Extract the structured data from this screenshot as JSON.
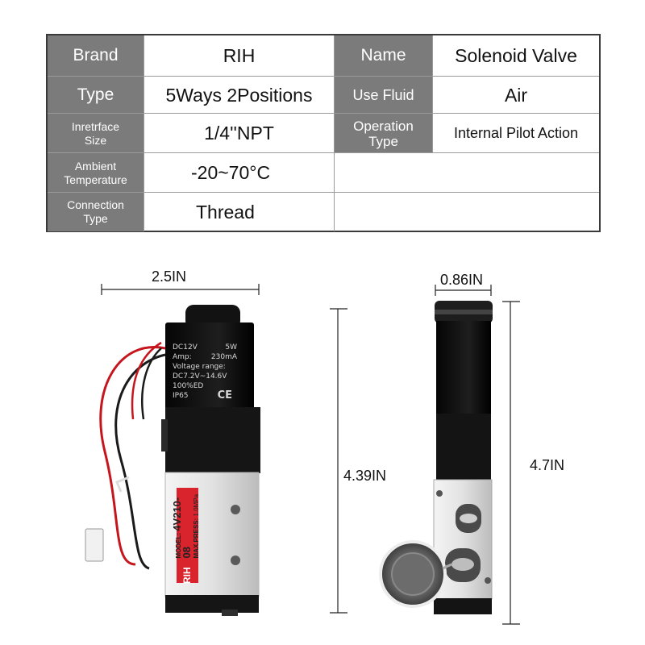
{
  "specs": {
    "brand_label": "Brand",
    "brand_value": "RIH",
    "name_label": "Name",
    "name_value": "Solenoid Valve",
    "type_label": "Type",
    "type_value": "5Ways 2Positions",
    "fluid_label": "Use Fluid",
    "fluid_value": "Air",
    "interface_label_1": "Inretrface",
    "interface_label_2": "Size",
    "interface_value": "1/4''NPT",
    "operation_label_1": "Operation",
    "operation_label_2": "Type",
    "operation_value": "Internal Pilot Action",
    "ambient_label_1": "Ambient",
    "ambient_label_2": "Temperature",
    "ambient_value": "-20~70°C",
    "connection_label_1": "Connection",
    "connection_label_2": "Type",
    "connection_value": "Thread"
  },
  "dimensions": {
    "front_width": "2.5IN",
    "front_height": "4.39IN",
    "side_width": "0.86IN",
    "side_height": "4.7IN"
  },
  "coil_label": {
    "voltage": "DC12V",
    "power": "5W",
    "amp_label": "Amp:",
    "amp_value": "230mA",
    "range_label": "Voltage  range:",
    "range_value": "DC7.2V~14.6V",
    "duty": "100%ED",
    "ip": "IP65",
    "ce": "CE"
  },
  "body_label": {
    "brand": "RIH",
    "model_label": "MODEL:",
    "model_value": "4V210-08",
    "press_label": "MAX.PRESS:",
    "press_value": "1.0MPa"
  },
  "colors": {
    "label_bg": "#7b7b7b",
    "brand_red": "#d9232d",
    "coil_black": "#111111",
    "body_silver": "#dcdcdc"
  }
}
